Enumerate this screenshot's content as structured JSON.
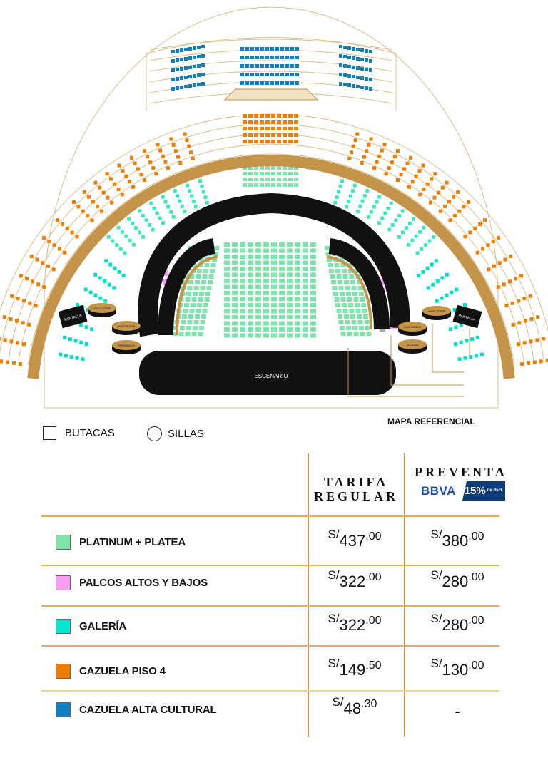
{
  "map": {
    "stage_label": "ESCENARIO",
    "screen_label": "PANTALLA",
    "avant_scene_label": "AVANT SCENE",
    "presidencia_label": "PRESIDENCIA",
    "alcaldia_label": "ALCALDIA",
    "reference_label": "MAPA REFERENCIAL"
  },
  "legend": {
    "butacas": "BUTACAS",
    "sillas": "SILLAS"
  },
  "table": {
    "col_regular": "TARIFA REGULAR",
    "col_regular_line1": "TARIFA",
    "col_regular_line2": "REGULAR",
    "col_presale": "PREVENTA",
    "bank": "BBVA",
    "discount": "15%",
    "discount_note": "de dsct.",
    "currency": "S/",
    "rows": [
      {
        "zone": "PLATINUM + PLATEA",
        "color": "#7fe3ab",
        "regular_int": "437",
        "regular_dec": ".00",
        "presale_int": "380",
        "presale_dec": ".00"
      },
      {
        "zone": "PALCOS ALTOS Y BAJOS",
        "color": "#f99cf4",
        "regular_int": "322",
        "regular_dec": ".00",
        "presale_int": "280",
        "presale_dec": ".00"
      },
      {
        "zone": "GALERÍA",
        "color": "#00e8d2",
        "regular_int": "322",
        "regular_dec": ".00",
        "presale_int": "280",
        "presale_dec": ".00"
      },
      {
        "zone": "CAZUELA PISO 4",
        "color": "#ef7d00",
        "regular_int": "149",
        "regular_dec": ".50",
        "presale_int": "130",
        "presale_dec": ".00"
      },
      {
        "zone": "CAZUELA ALTA CULTURAL",
        "color": "#137fc1",
        "regular_int": "48",
        "regular_dec": ".30",
        "presale_text": "-"
      }
    ]
  }
}
